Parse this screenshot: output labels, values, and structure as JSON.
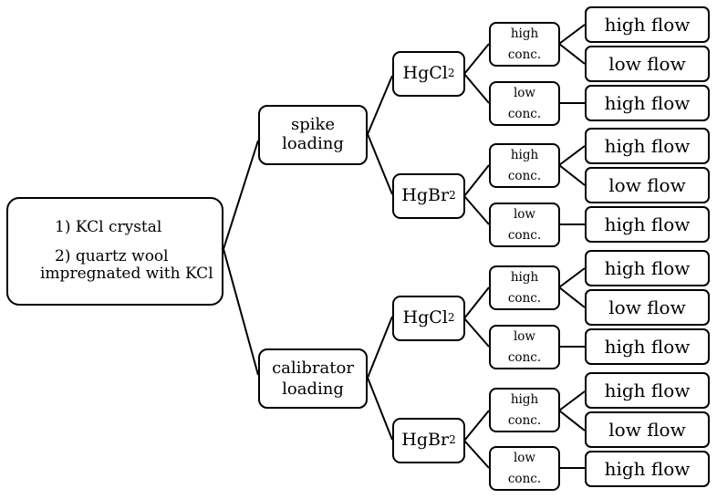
{
  "diagram": {
    "root": {
      "items": [
        "1)  KCl crystal",
        "2) quartz wool",
        "impregnated with KCl"
      ]
    },
    "loadings": [
      {
        "label": "spike loading",
        "compounds": [
          {
            "base": "HgCl",
            "sub": "2",
            "concentrations": [
              {
                "line1": "high",
                "line2": "conc.",
                "flows": [
                  "high flow",
                  "low flow"
                ]
              },
              {
                "line1": "low",
                "line2": "conc.",
                "flows": [
                  "high flow"
                ]
              }
            ]
          },
          {
            "base": "HgBr",
            "sub": "2",
            "concentrations": [
              {
                "line1": "high",
                "line2": "conc.",
                "flows": [
                  "high flow",
                  "low flow"
                ]
              },
              {
                "line1": "low",
                "line2": "conc.",
                "flows": [
                  "high flow"
                ]
              }
            ]
          }
        ]
      },
      {
        "label_line1": "calibrator",
        "label_line2": "loading",
        "compounds": [
          {
            "base": "HgCl",
            "sub": "2",
            "concentrations": [
              {
                "line1": "high",
                "line2": "conc.",
                "flows": [
                  "high flow",
                  "low flow"
                ]
              },
              {
                "line1": "low",
                "line2": "conc.",
                "flows": [
                  "high flow"
                ]
              }
            ]
          },
          {
            "base": "HgBr",
            "sub": "2",
            "concentrations": [
              {
                "line1": "high",
                "line2": "conc.",
                "flows": [
                  "high flow",
                  "low flow"
                ]
              },
              {
                "line1": "low",
                "line2": "conc.",
                "flows": [
                  "high flow"
                ]
              }
            ]
          }
        ]
      }
    ]
  }
}
